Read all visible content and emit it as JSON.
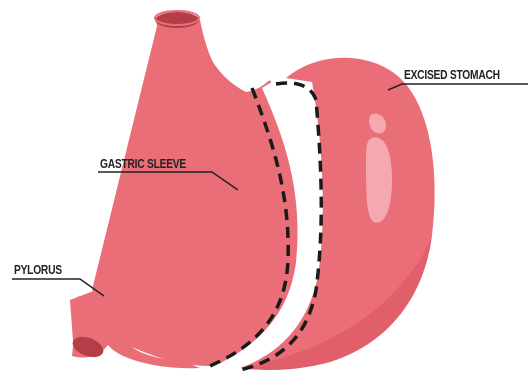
{
  "labels": {
    "excised_stomach": "EXCISED STOMACH",
    "gastric_sleeve": "GASTRIC SLEEVE",
    "pylorus": "PYLORUS"
  },
  "colors": {
    "background": "#ffffff",
    "tissue": "#ea6e78",
    "tissue_shadow": "#d9535f",
    "esophagus_opening": "#b63d48",
    "highlight": "#f4a8b0",
    "cut_line": "#1a1a1a",
    "label_text": "#222222",
    "leader_line": "#222222"
  }
}
